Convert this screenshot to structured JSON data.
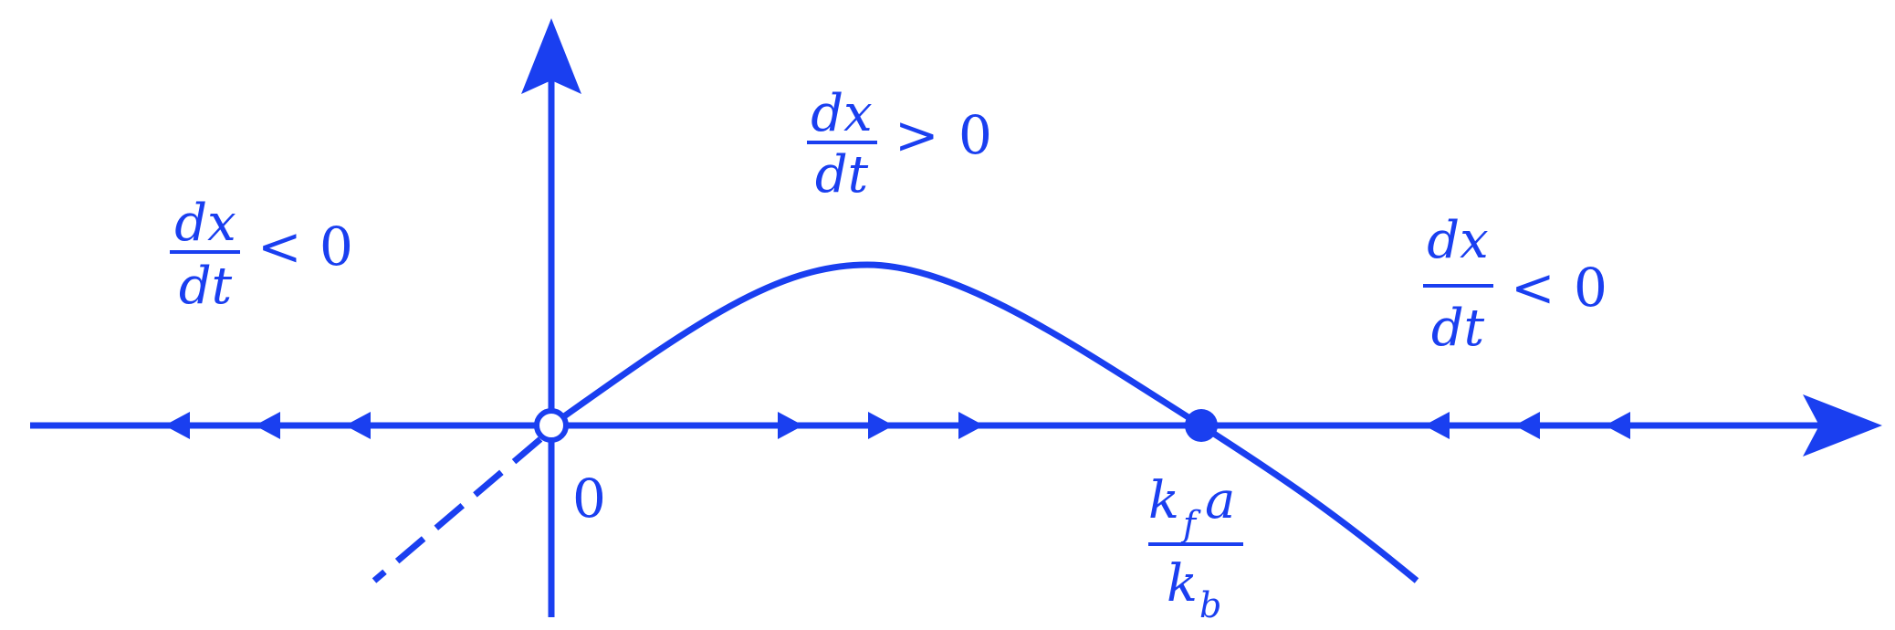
{
  "diagram": {
    "color": "#1a3ff0",
    "region_left": {
      "numerator": "dx",
      "denominator": "dt",
      "relation": "<",
      "value": "0"
    },
    "region_middle": {
      "numerator": "dx",
      "denominator": "dt",
      "relation": ">",
      "value": "0"
    },
    "region_right": {
      "numerator": "dx",
      "denominator": "dt",
      "relation": "<",
      "value": "0"
    },
    "origin_label": "0",
    "equilibrium_label": {
      "numerator_k": "k",
      "numerator_sub": "f",
      "numerator_var": "a",
      "denominator_k": "k",
      "denominator_sub": "b"
    },
    "unstable_fixed_point": "open-circle",
    "stable_fixed_point": "filled-circle"
  }
}
